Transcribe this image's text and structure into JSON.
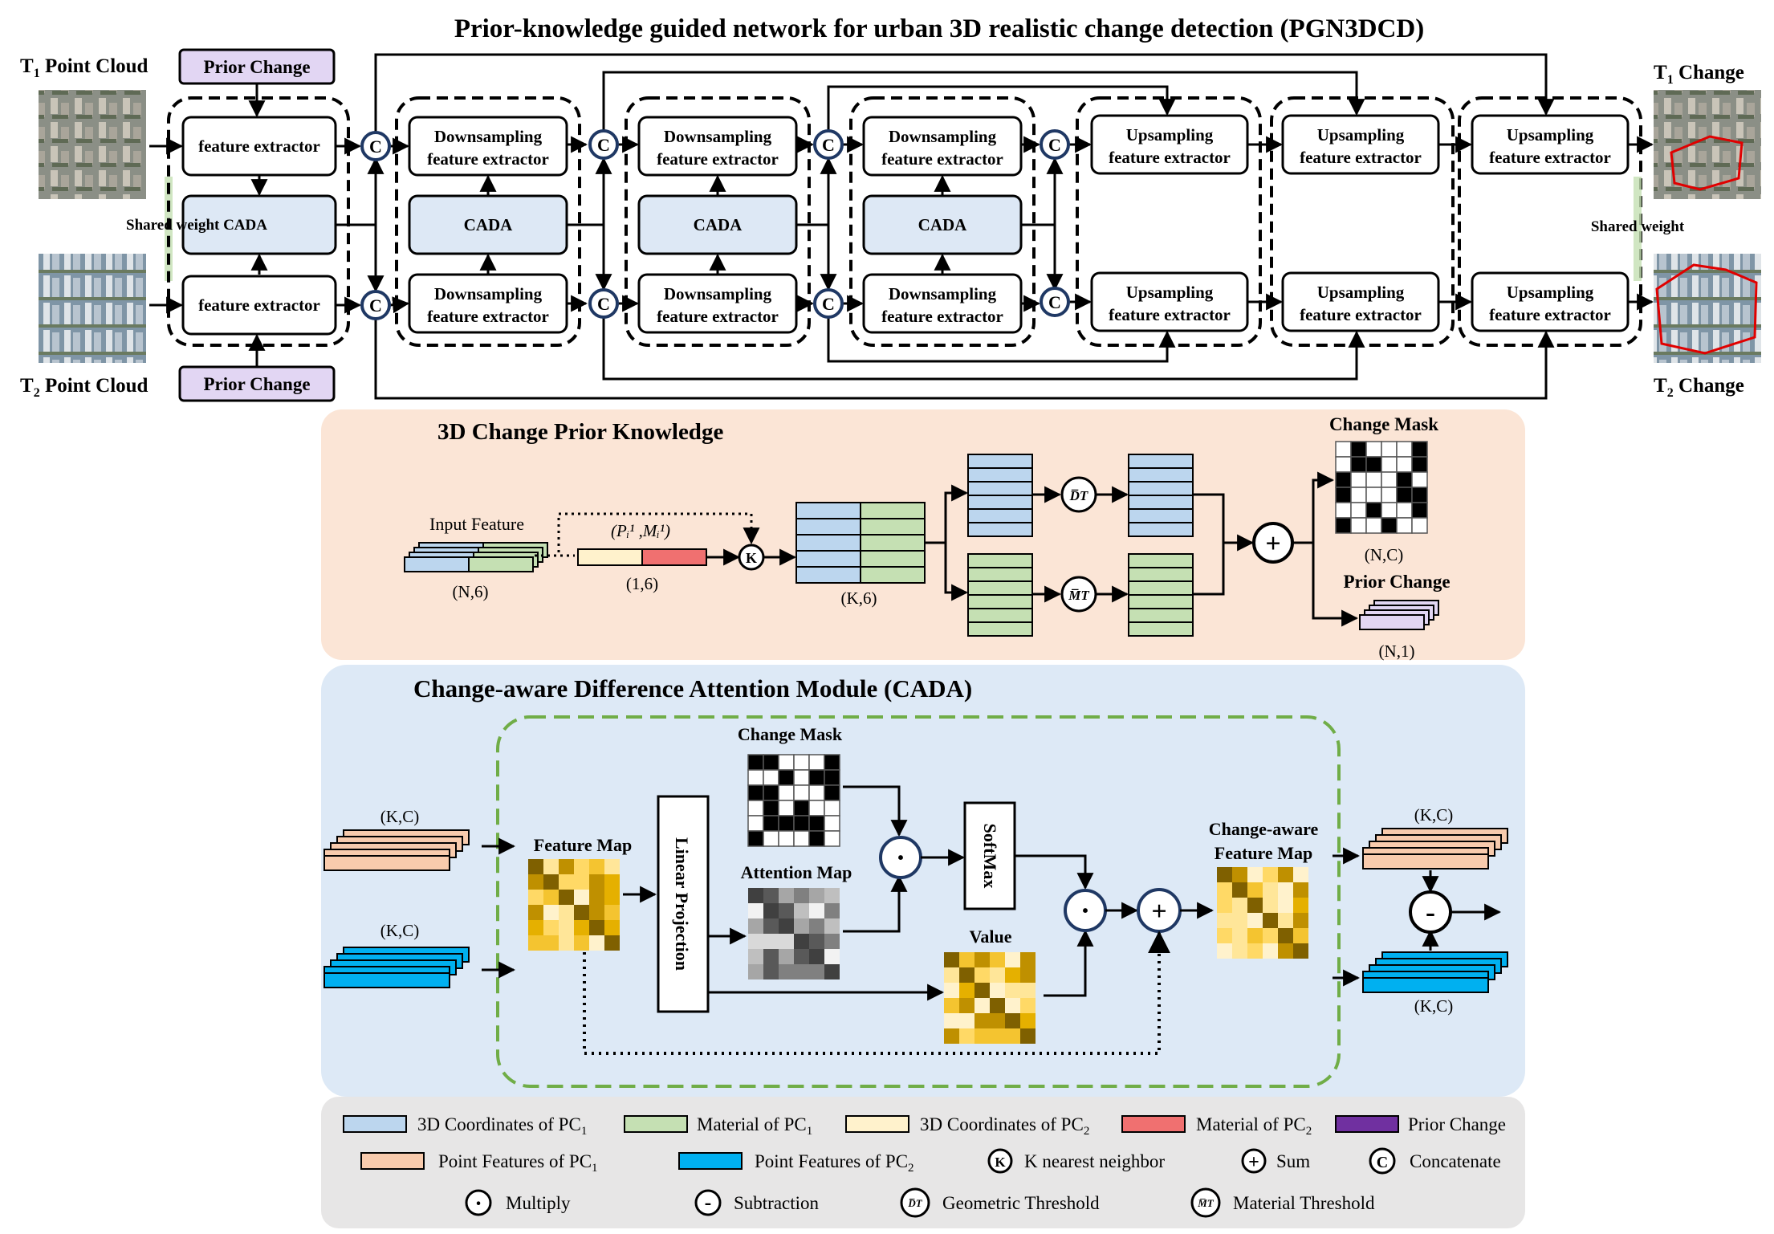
{
  "title": "Prior-knowledge guided network for urban 3D realistic change detection (PGN3DCD)",
  "top": {
    "t1_cloud_prefix": "T",
    "t1_cloud_sub": "1",
    "t1_cloud_suffix": " Point Cloud",
    "t2_cloud_prefix": "T",
    "t2_cloud_sub": "2",
    "t2_cloud_suffix": " Point Cloud",
    "prior_change": "Prior Change",
    "feature_extractor": "feature extractor",
    "shared_weight_cada": "Shared weight  CADA",
    "cada": "CADA",
    "down_line1": "Downsampling",
    "down_line2": "feature extractor",
    "up_line1": "Upsampling",
    "up_line2": "feature extractor",
    "concat_symbol": "C",
    "shared_weight": "Shared weight",
    "t1_change_prefix": "T",
    "t1_change_sub": "1",
    "t1_change_suffix": " Change",
    "t2_change_prefix": "T",
    "t2_change_sub": "2",
    "t2_change_suffix": " Change"
  },
  "prior": {
    "title": "3D Change Prior Knowledge",
    "input_feature": "Input Feature",
    "dim_n6": "(N,6)",
    "pm_label": "(Pᵢ¹ ,Mᵢ¹)",
    "dim_16": "(1,6)",
    "knn_symbol": "K",
    "dim_k6": "(K,6)",
    "dt_symbol": "D̅T",
    "mt_symbol": "M̅T",
    "sum_symbol": "+",
    "change_mask": "Change Mask",
    "dim_nc": "(N,C)",
    "prior_change": "Prior Change",
    "dim_n1": "(N,1)"
  },
  "cada": {
    "title": "Change-aware Difference Attention Module (CADA)",
    "dim_kc": "(K,C)",
    "feature_map": "Feature Map",
    "linear_projection": "Linear Projection",
    "change_mask": "Change Mask",
    "attention_map": "Attention Map",
    "softmax": "SoftMax",
    "value": "Value",
    "change_aware_line1": "Change-aware",
    "change_aware_line2": "Feature Map",
    "multiply_symbol": "·",
    "sum_symbol": "+",
    "minus_symbol": "-"
  },
  "legend": {
    "coords_pc1": "3D Coordinates of PC",
    "material_pc1": "Material of PC",
    "coords_pc2": "3D Coordinates of PC",
    "material_pc2": "Material of PC",
    "sub1": "1",
    "sub2": "2",
    "prior_change": "Prior Change",
    "point_features_pc1": "Point Features of PC",
    "point_features_pc2": "Point Features of PC",
    "knn": "K nearest neighbor",
    "sum": "Sum",
    "concatenate": "Concatenate",
    "multiply": "Multiply",
    "subtraction": "Subtraction",
    "geometric_threshold": "Geometric Threshold",
    "material_threshold": "Material Threshold",
    "symbol_k": "K",
    "symbol_c": "C",
    "symbol_plus": "+",
    "symbol_dot": "·",
    "symbol_minus": "-",
    "symbol_dt": "D̅T",
    "symbol_mt": "M̅T"
  },
  "colors": {
    "coords_pc1": "#bcd6ee",
    "material_pc1": "#c5e0b3",
    "coords_pc2": "#fff2cc",
    "material_pc2": "#f07070",
    "prior_change": "#7030a0",
    "prior_change_box": "#e2d6f3",
    "point_features_pc1": "#f8cbad",
    "point_features_pc2": "#00b0f0",
    "cada_box": "#dde8f5",
    "prior_panel": "#fbe5d6",
    "cada_panel": "#dde9f6",
    "legend_panel": "#e7e6e6",
    "dashed_green": "#70ad47",
    "change_red": "#e00000"
  }
}
